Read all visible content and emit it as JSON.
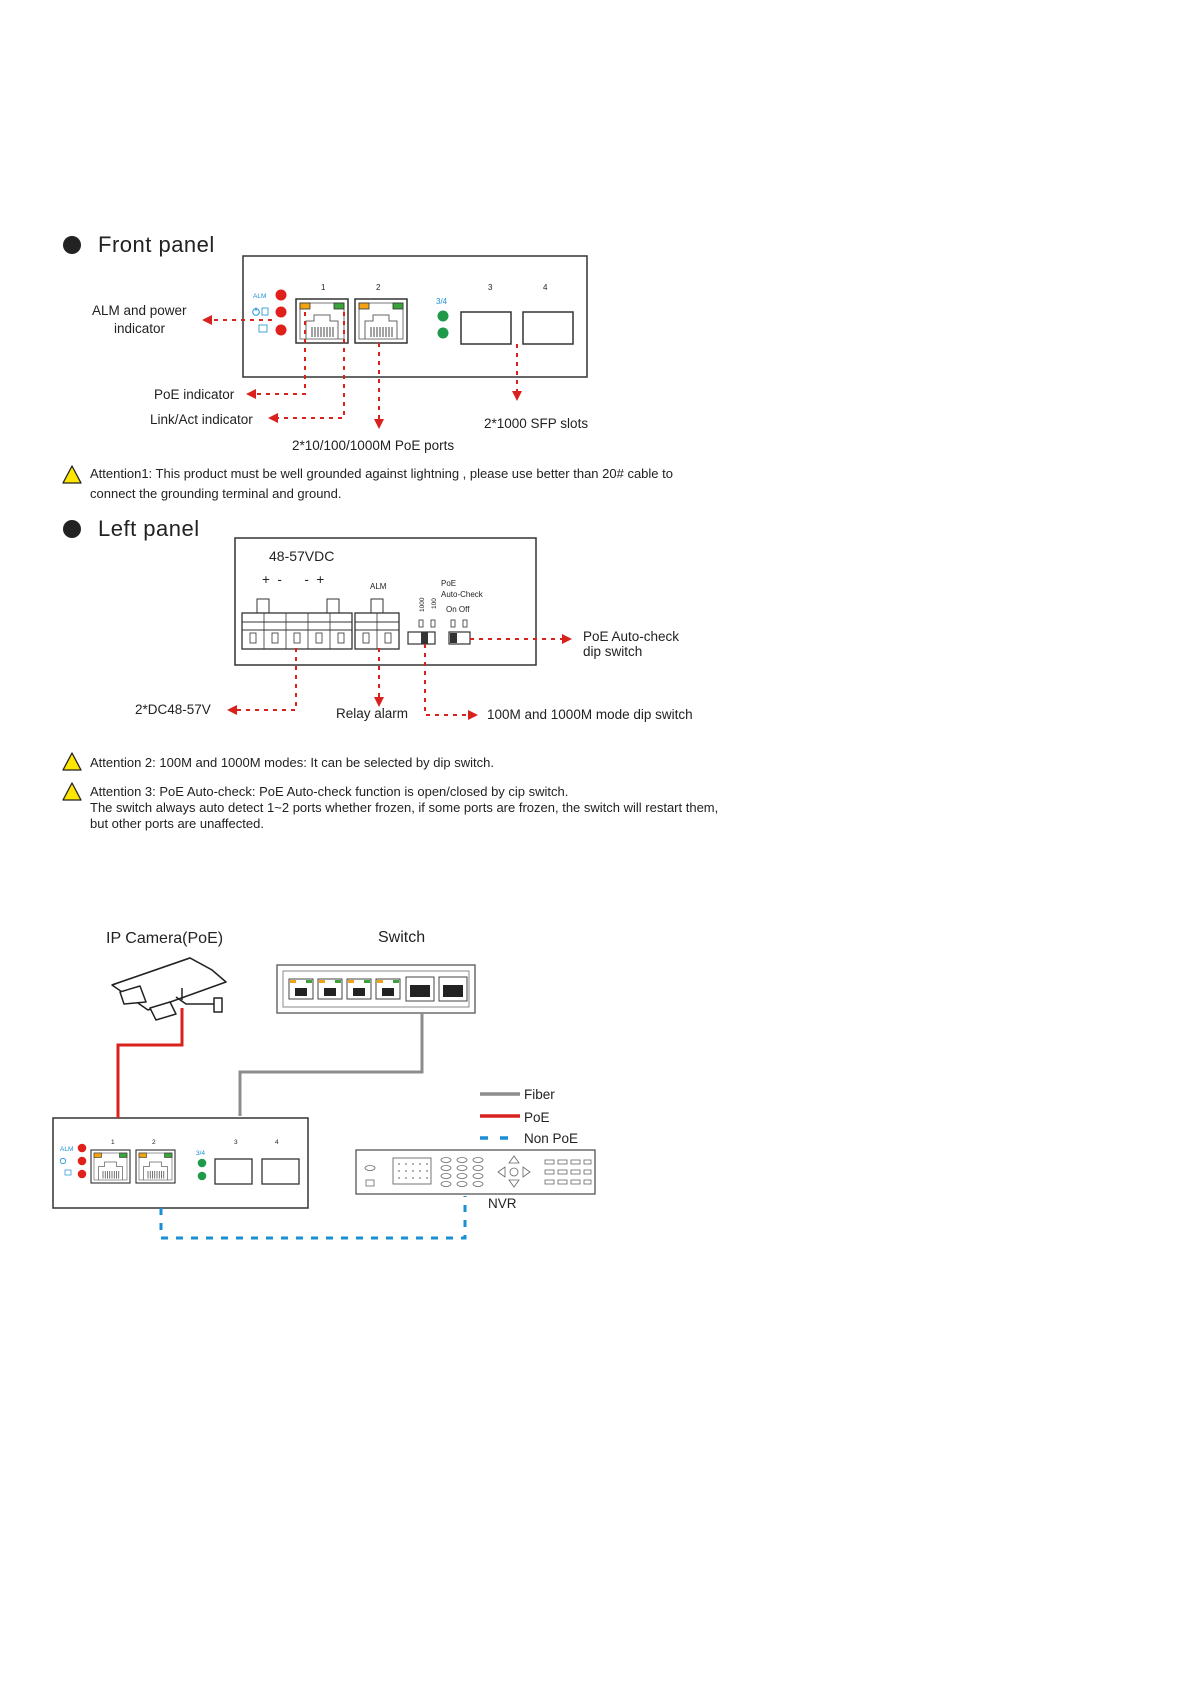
{
  "front_panel": {
    "title": "Front panel",
    "port_numbers": [
      "1",
      "2",
      "3",
      "4"
    ],
    "sfp_led_label": "3/4",
    "alm_label": "ALM",
    "callouts": {
      "alm_power": [
        "ALM and power",
        "indicator"
      ],
      "poe": "PoE indicator",
      "link": "Link/Act indicator",
      "poe_ports": "2*10/100/1000M PoE ports",
      "sfp": "2*1000 SFP slots"
    }
  },
  "attention1": {
    "line1": "Attention1: This product must be well grounded against lightning , please use better than 20# cable to",
    "line2": "connect the grounding terminal and ground."
  },
  "left_panel": {
    "title": "Left panel",
    "voltage": "48-57VDC",
    "polarity": "+  -      -  +",
    "alm_label": "ALM",
    "dip_1000": "1000",
    "dip_100": "100",
    "poe_label": "PoE",
    "autocheck_label": "Auto-Check",
    "onoff_label": "On Off",
    "callouts": {
      "autocheck": [
        "PoE Auto-check",
        "dip switch"
      ],
      "dc": "2*DC48-57V",
      "relay": "Relay alarm",
      "mode": "100M and 1000M mode dip switch"
    }
  },
  "attention2": "Attention 2:  100M and 1000M modes: It can be selected by dip switch.",
  "attention3": {
    "line1": "Attention 3:  PoE Auto-check: PoE Auto-check function is open/closed by cip switch.",
    "line2": "The switch always auto detect 1~2 ports whether frozen, if some ports are frozen, the switch will restart them,",
    "line3": "but other ports are unaffected."
  },
  "topology": {
    "camera_label": "IP Camera(PoE)",
    "switch_label": "Switch",
    "nvr_label": "NVR",
    "legend": [
      {
        "label": "Fiber",
        "color": "#8c8c8c",
        "style": "solid"
      },
      {
        "label": "PoE",
        "color": "#d9211e",
        "style": "solid"
      },
      {
        "label": "Non PoE",
        "color": "#1a8fd6",
        "style": "dashed"
      }
    ],
    "port_numbers": [
      "1",
      "2",
      "3",
      "4"
    ],
    "sfp_led_label": "3/4",
    "alm_label": "ALM"
  },
  "colors": {
    "callout_red": "#d9211e",
    "led_red": "#e0211b",
    "led_green": "#1f9a4a",
    "port_orange": "#f2a314",
    "port_green": "#3aa43a",
    "fiber_gray": "#8c8c8c",
    "non_poe_blue": "#1a8fd6",
    "warning_yellow": "#ffe600"
  }
}
